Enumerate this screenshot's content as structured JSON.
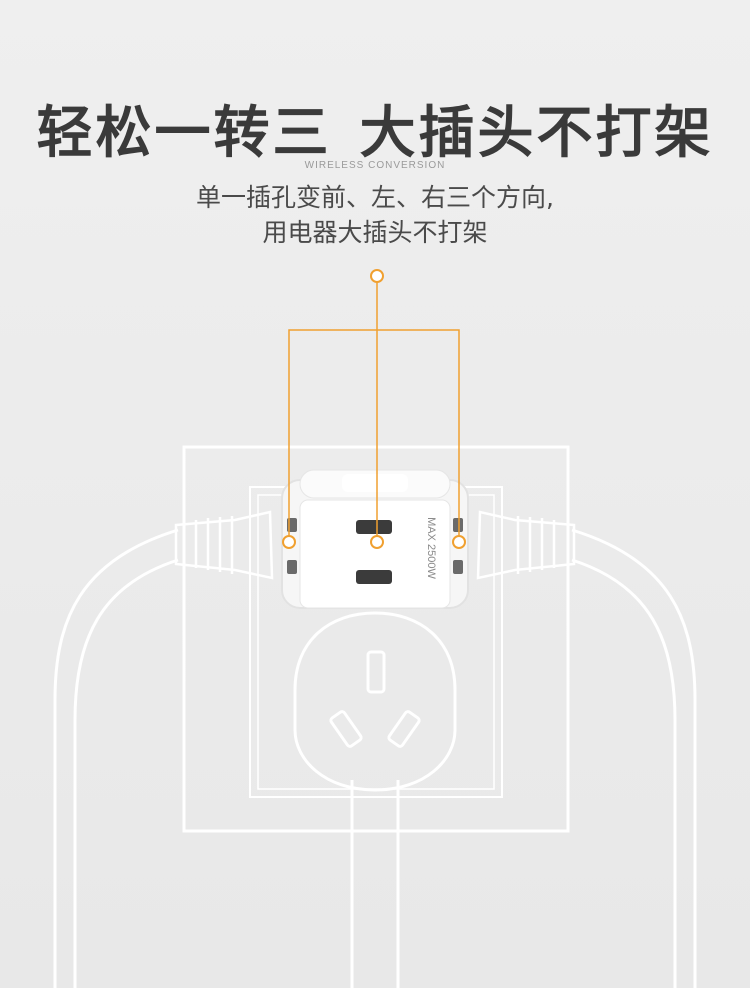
{
  "headline": {
    "part1": "轻松一转三",
    "part2": "大插头不打架"
  },
  "subtag": "WIRELESS CONVERSION",
  "description": {
    "line1": "单一插孔变前、左、右三个方向,",
    "line2": "用电器大插头不打架"
  },
  "adapter": {
    "rating_text": "MAX 2500W"
  },
  "colors": {
    "accent": "#f0a030",
    "headline": "#3a3a3a",
    "outline": "#ffffff"
  }
}
